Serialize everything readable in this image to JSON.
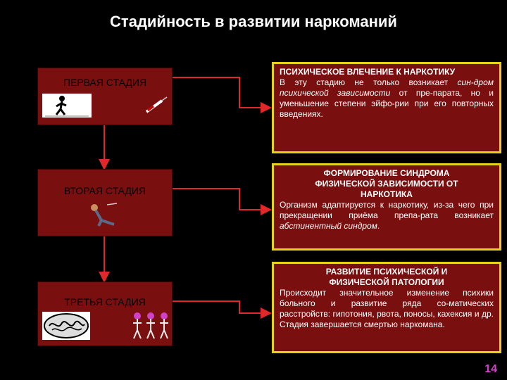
{
  "slide": {
    "title": "Стадийность в развитии наркоманий",
    "page_number": "14"
  },
  "stages": [
    {
      "label": "ПЕРВАЯ СТАДИЯ",
      "heading": "ПСИХИЧЕСКОЕ ВЛЕЧЕНИЕ К НАРКОТИКУ",
      "text_before": "В эту стадию не только возникает ",
      "text_italic": "син-дром психической зависимости",
      "text_after": " от пре-парата, но и уменьшение степени эйфо-рии при его повторных введениях."
    },
    {
      "label": "ВТОРАЯ СТАДИЯ",
      "heading_line1": "ФОРМИРОВАНИЕ СИНДРОМА",
      "heading_line2": "ФИЗИЧЕСКОЙ ЗАВИСИМОСТИ ОТ",
      "heading_line3": "НАРКОТИКА",
      "text_before": "Организм адаптируется к наркотику, из-за чего при прекращении приёма препа-рата возникает ",
      "text_italic": "абстинентный синдром",
      "text_after": "."
    },
    {
      "label": "ТРЕТЬЯ СТАДИЯ",
      "heading_line1": "РАЗВИТИЕ ПСИХИЧЕСКОЙ И",
      "heading_line2": "ФИЗИЧЕСКОЙ ПАТОЛОГИИ",
      "text": "Происходит значительное изменение психики больного и развитие ряда со-матических расстройств: гипотония, рвота, поносы, кахексия и др. Стадия завершается смертью наркомана."
    }
  ],
  "colors": {
    "background": "#000000",
    "box_fill": "#7a0f0f",
    "desc_border": "#e6d21a",
    "arrow": "#e0282a",
    "page_number": "#d040c8"
  },
  "icons": [
    "running-person-icon",
    "syringe-icon",
    "fallen-person-icon",
    "brain-icon",
    "skeletons-icon"
  ]
}
